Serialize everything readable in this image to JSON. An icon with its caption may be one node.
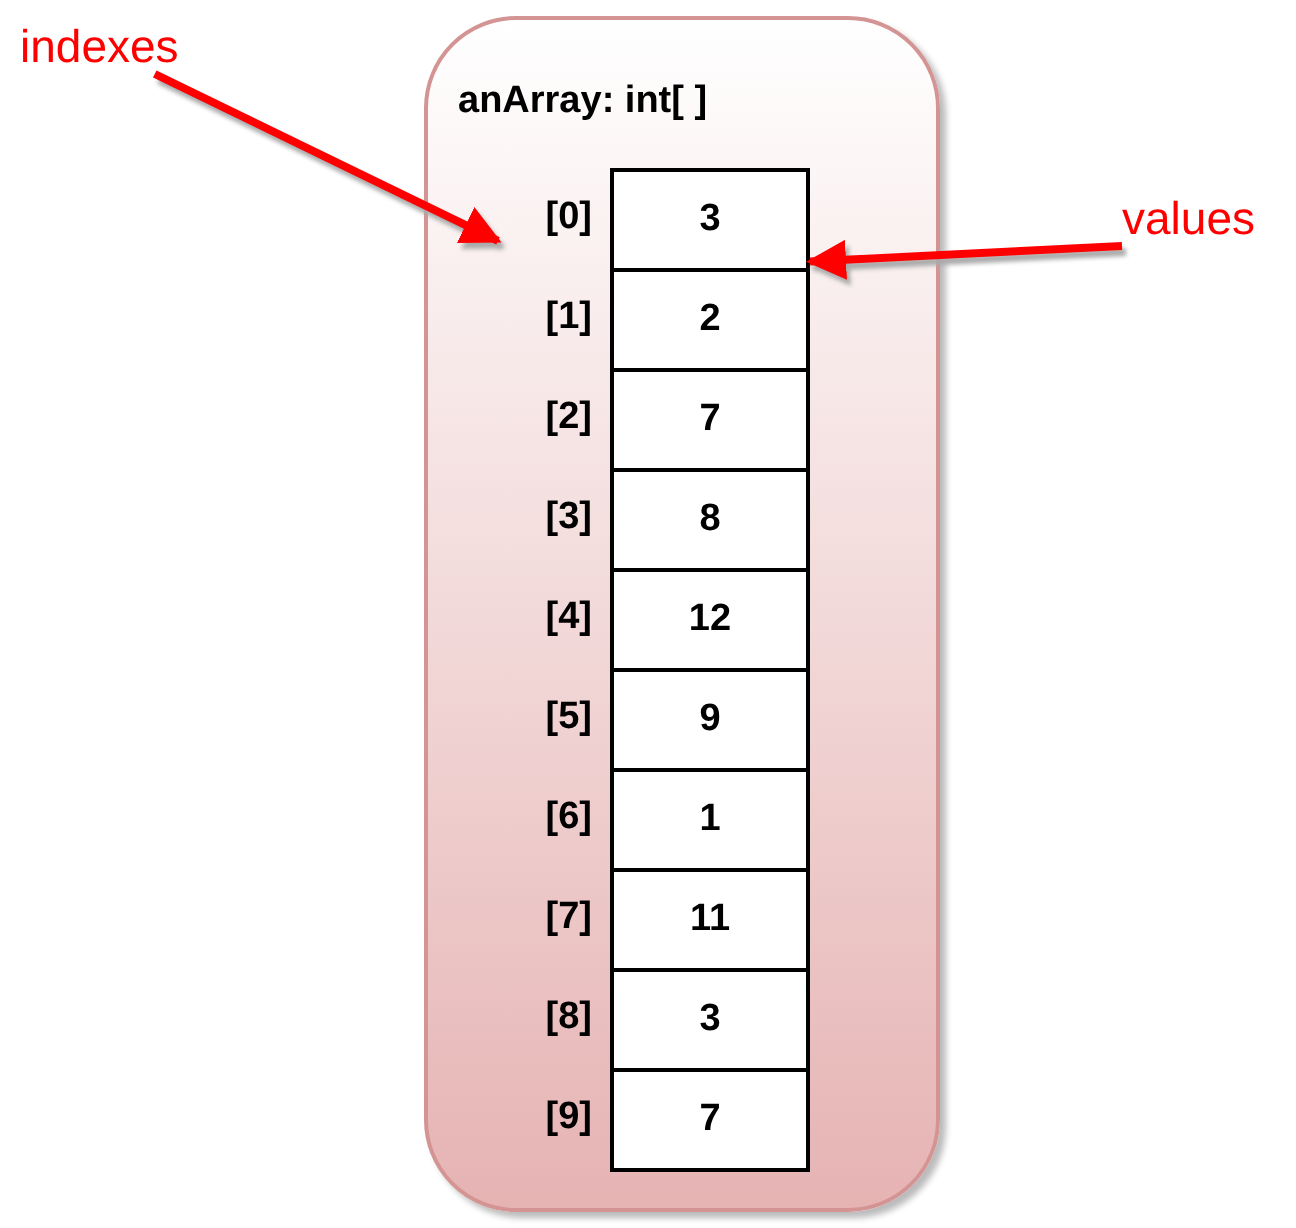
{
  "diagram": {
    "nodes": [
      {
        "text": [
          "anArray: int[ ]"
        ]
      },
      {
        "text": [
          "3"
        ],
        "in": 0,
        "beside": [
          "[0]"
        ]
      },
      {
        "text": [
          "2"
        ],
        "in": 0,
        "beside": [
          "[1]"
        ]
      },
      {
        "text": [
          "7"
        ],
        "in": 0,
        "beside": [
          "[2]"
        ]
      },
      {
        "text": [
          "8"
        ],
        "in": 0,
        "beside": [
          "[3]"
        ]
      },
      {
        "text": [
          "12"
        ],
        "in": 0,
        "beside": [
          "[4]"
        ]
      },
      {
        "text": [
          "9"
        ],
        "in": 0,
        "beside": [
          "[5]"
        ]
      },
      {
        "text": [
          "1"
        ],
        "in": 0,
        "beside": [
          "[6]"
        ]
      },
      {
        "text": [
          "11"
        ],
        "in": 0,
        "beside": [
          "[7]"
        ]
      },
      {
        "text": [
          "3"
        ],
        "in": 0,
        "beside": [
          "[8]"
        ]
      },
      {
        "text": [
          "7"
        ],
        "in": 0,
        "beside": [
          "[9]"
        ]
      },
      {
        "text": [
          "indexes"
        ]
      },
      {
        "text": [
          "values"
        ]
      }
    ],
    "edges": [
      {
        "from": 11,
        "to": 1,
        "arrow": "to",
        "color": "#ff0000"
      },
      {
        "from": 12,
        "to": 1,
        "arrow": "to",
        "color": "#ff0000"
      }
    ]
  }
}
